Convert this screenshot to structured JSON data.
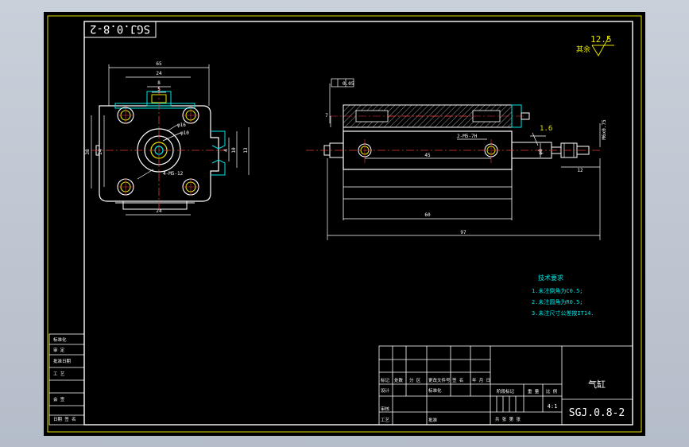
{
  "drawing": {
    "code": "SGJ.0.8-2",
    "title": "气缸",
    "scale": "4:1",
    "roughness": {
      "label": "其余",
      "value": "12.5"
    },
    "tech_requirements": {
      "heading": "技术要求",
      "items": [
        "1.未注倒角为C0.5;",
        "2.未注圆角为R0.5;",
        "3.未注尺寸公差按IT14."
      ]
    },
    "front_view_dims": {
      "width_total": "65",
      "width_mid": "24",
      "width_slot": "8",
      "width_slot_inner": "5",
      "bore_dia1": "φ16",
      "bore_dia2": "φ10",
      "port": "4-M5-12",
      "height_left_outer": "38",
      "height_left_inner": "24",
      "slot_h1": "4",
      "slot_h2": "10",
      "slot_h3": "13",
      "width_bottom": "24"
    },
    "side_view_dims": {
      "top_small": "0.05",
      "left_h": "7",
      "thread": "2-M5-7H",
      "hole_spacing": "45",
      "body_len": "60",
      "total_len": "97",
      "rod_len": "12",
      "rod_thread": "M6x0.75",
      "roughness_local": "1.6",
      "rod_dia": "φ8"
    },
    "left_strip": [
      "标准化",
      "审 定",
      "批准日期",
      "工 艺",
      "会 签",
      "日期 签 名"
    ],
    "title_block": {
      "row_labels": [
        "标记",
        "处数",
        "分 区",
        "更改文件号",
        "签 名",
        "年 月 日"
      ],
      "row2": [
        "设计",
        "",
        "标准化"
      ],
      "stage_label": "阶段标记",
      "weight_label": "重 量",
      "scale_label": "比 例",
      "sheet_label": "共 张 第 张",
      "review": "审核",
      "process": "工艺",
      "approve": "批准"
    }
  }
}
